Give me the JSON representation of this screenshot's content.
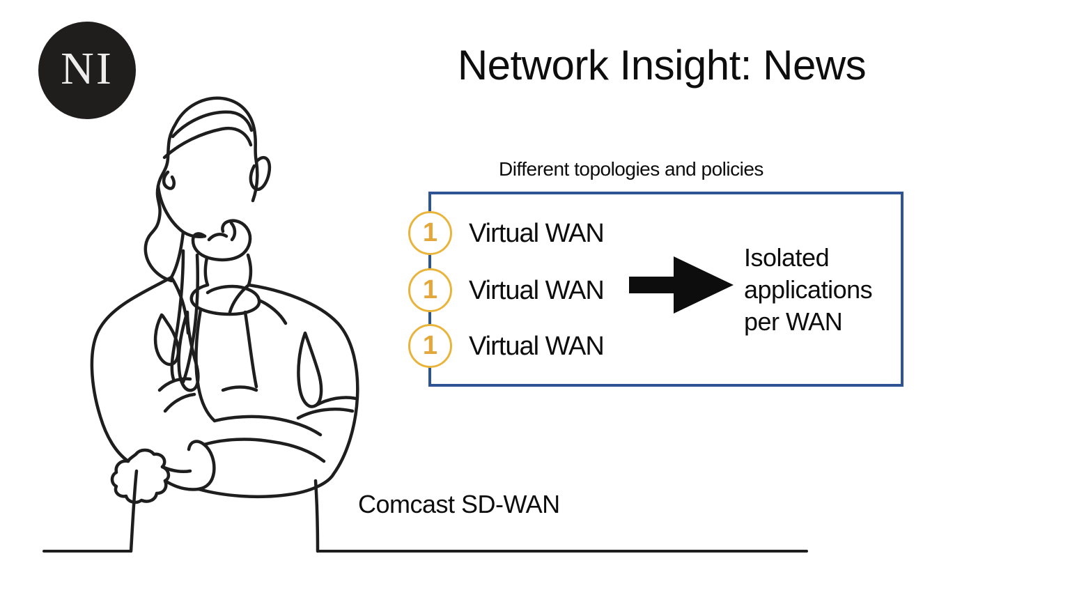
{
  "slide": {
    "logo": {
      "text": "NI"
    },
    "title": "Network Insight: News",
    "diagram": {
      "caption": "Different topologies and policies",
      "items": [
        {
          "badge": "1",
          "label": "Virtual WAN"
        },
        {
          "badge": "1",
          "label": "Virtual WAN"
        },
        {
          "badge": "1",
          "label": "Virtual WAN"
        }
      ],
      "result": "Isolated applications per WAN"
    },
    "product_label": "Comcast SD-WAN",
    "colors": {
      "box_border": "#2f5496",
      "badge_ring": "#e9b43c",
      "badge_number": "#e3a83b",
      "logo_background": "#201d1d",
      "logo_text": "#ededed",
      "ink": "#0d0d0d"
    }
  }
}
